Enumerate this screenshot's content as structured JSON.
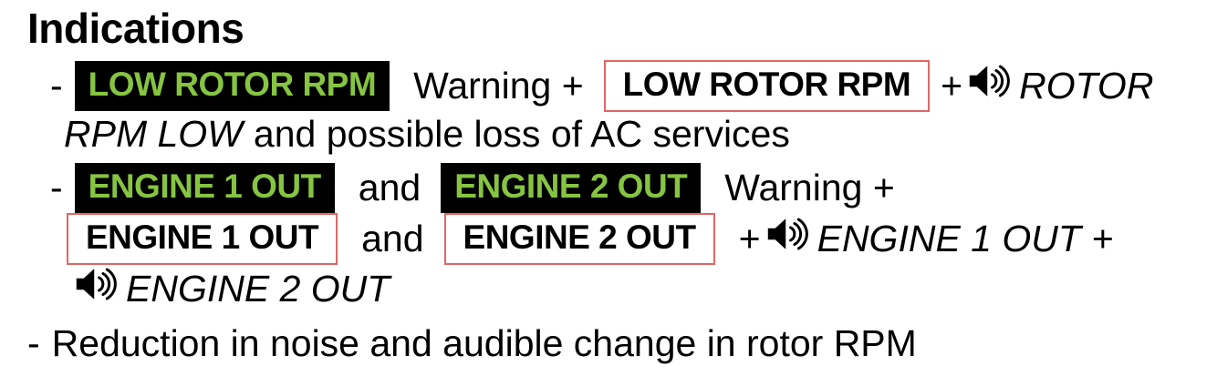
{
  "title": "Indications",
  "colors": {
    "background": "#ffffff",
    "body_text": "#000000",
    "warning_badge_bg": "#000000",
    "warning_badge_text": "#86c441",
    "alert_box_border": "#e06666",
    "alert_box_text": "#000000"
  },
  "bullet1": {
    "dash": "-",
    "warning_badge": "LOW ROTOR RPM",
    "after_badge": "Warning +",
    "alert_box": "LOW ROTOR RPM",
    "plus": "+",
    "voice_line1": "ROTOR",
    "voice_line2": "RPM LOW",
    "line2_text": "and possible loss of AC services"
  },
  "bullet2": {
    "dash": "-",
    "warning_badge_engine1": "ENGINE 1 OUT",
    "and_1": "and",
    "warning_badge_engine2": "ENGINE 2 OUT",
    "after_badges": "Warning +",
    "alert_box_engine1": "ENGINE 1 OUT",
    "and_2": "and",
    "alert_box_engine2": "ENGINE 2 OUT",
    "plus_1": "+",
    "voice_engine1": "ENGINE 1 OUT",
    "plus_2": "+",
    "voice_engine2": "ENGINE 2 OUT"
  },
  "bullet3": {
    "dash": "-",
    "text": "Reduction in noise and audible change in rotor RPM"
  }
}
